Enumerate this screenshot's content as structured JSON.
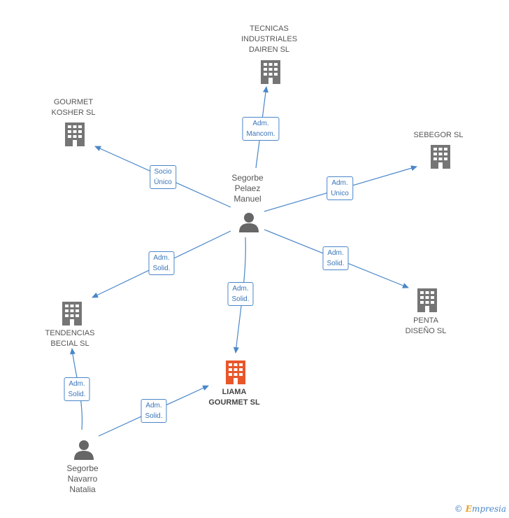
{
  "nodes": {
    "tecnicas": {
      "lines": [
        "TECNICAS",
        "INDUSTRIALES",
        "DAIREN SL"
      ]
    },
    "gourmet_kosher": {
      "lines": [
        "GOURMET",
        "KOSHER  SL"
      ]
    },
    "sebegor": {
      "lines": [
        "SEBEGOR SL"
      ]
    },
    "segorbe_pelaez": {
      "lines": [
        "Segorbe",
        "Pelaez",
        "Manuel"
      ]
    },
    "tendencias": {
      "lines": [
        "TENDENCIAS",
        "BECIAL SL"
      ]
    },
    "penta": {
      "lines": [
        "PENTA",
        "DISEÑO SL"
      ]
    },
    "liama": {
      "lines": [
        "LIAMA",
        "GOURMET SL"
      ]
    },
    "segorbe_navarro": {
      "lines": [
        "Segorbe",
        "Navarro",
        "Natalia"
      ]
    }
  },
  "edges": {
    "to_tecnicas": {
      "lines": [
        "Adm.",
        "Mancom."
      ]
    },
    "to_gourmet": {
      "lines": [
        "Socio",
        "Único"
      ]
    },
    "to_sebegor": {
      "lines": [
        "Adm.",
        "Unico"
      ]
    },
    "to_tendencias": {
      "lines": [
        "Adm.",
        "Solid."
      ]
    },
    "to_penta": {
      "lines": [
        "Adm.",
        "Solid."
      ]
    },
    "to_liama_from_pelaez": {
      "lines": [
        "Adm.",
        "Solid."
      ]
    },
    "navarro_to_tendencias": {
      "lines": [
        "Adm.",
        "Solid."
      ]
    },
    "navarro_to_liama": {
      "lines": [
        "Adm.",
        "Solid."
      ]
    }
  },
  "colors": {
    "company": "#757575",
    "main_company": "#e8562a",
    "person": "#666666",
    "edge": "#4a86c8"
  },
  "brand": {
    "copyright": "©",
    "first_letter": "E",
    "rest": "mpresia"
  }
}
